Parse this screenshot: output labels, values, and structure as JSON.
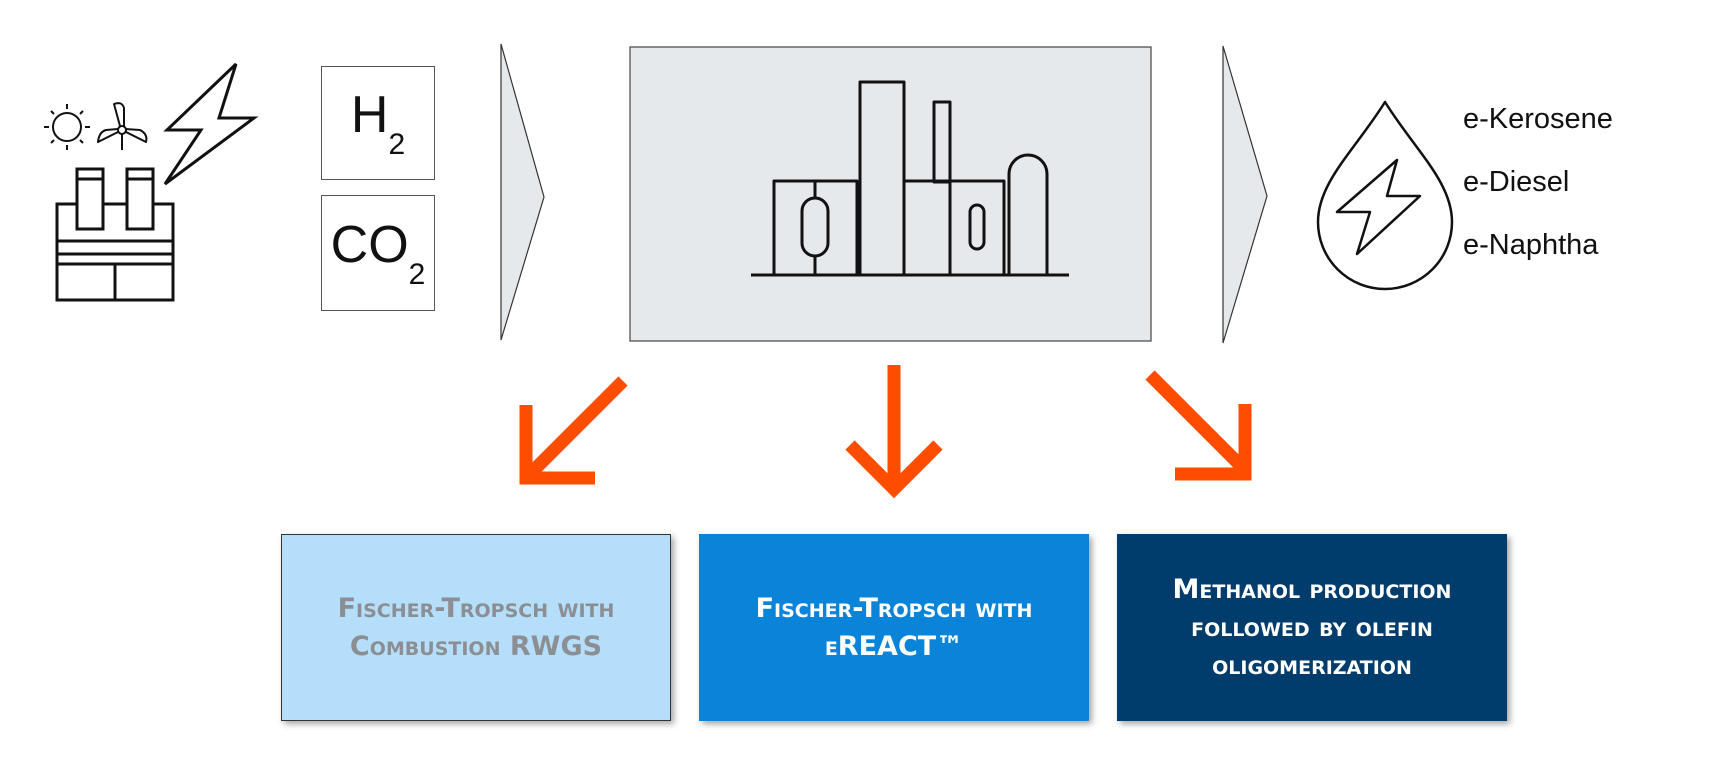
{
  "inputs": {
    "h2": {
      "symbol": "H",
      "subscript": "2"
    },
    "co2": {
      "symbol": "CO",
      "subscript": "2"
    }
  },
  "products": [
    "e-Kerosene",
    "e-Diesel",
    "e-Naphtha"
  ],
  "routes": [
    {
      "label": "Fischer-Tropsch with Combustion RWGS",
      "bg": "#b5defa",
      "fg": "#8b8f94"
    },
    {
      "label": "Fischer-Tropsch with eREACT™",
      "bg": "#0a84d8",
      "fg": "#ffffff"
    },
    {
      "label": "Methanol production followed by olefin oligomerization",
      "bg": "#003c6c",
      "fg": "#ffffff"
    }
  ],
  "colors": {
    "arrow": "#ff4d00",
    "plant_box": "#e5e9eb",
    "outline": "#111111"
  },
  "icons": [
    "sun-icon",
    "wind-turbine-icon",
    "lightning-icon",
    "power-plant-icon",
    "refinery-icon",
    "fuel-drop-icon"
  ]
}
